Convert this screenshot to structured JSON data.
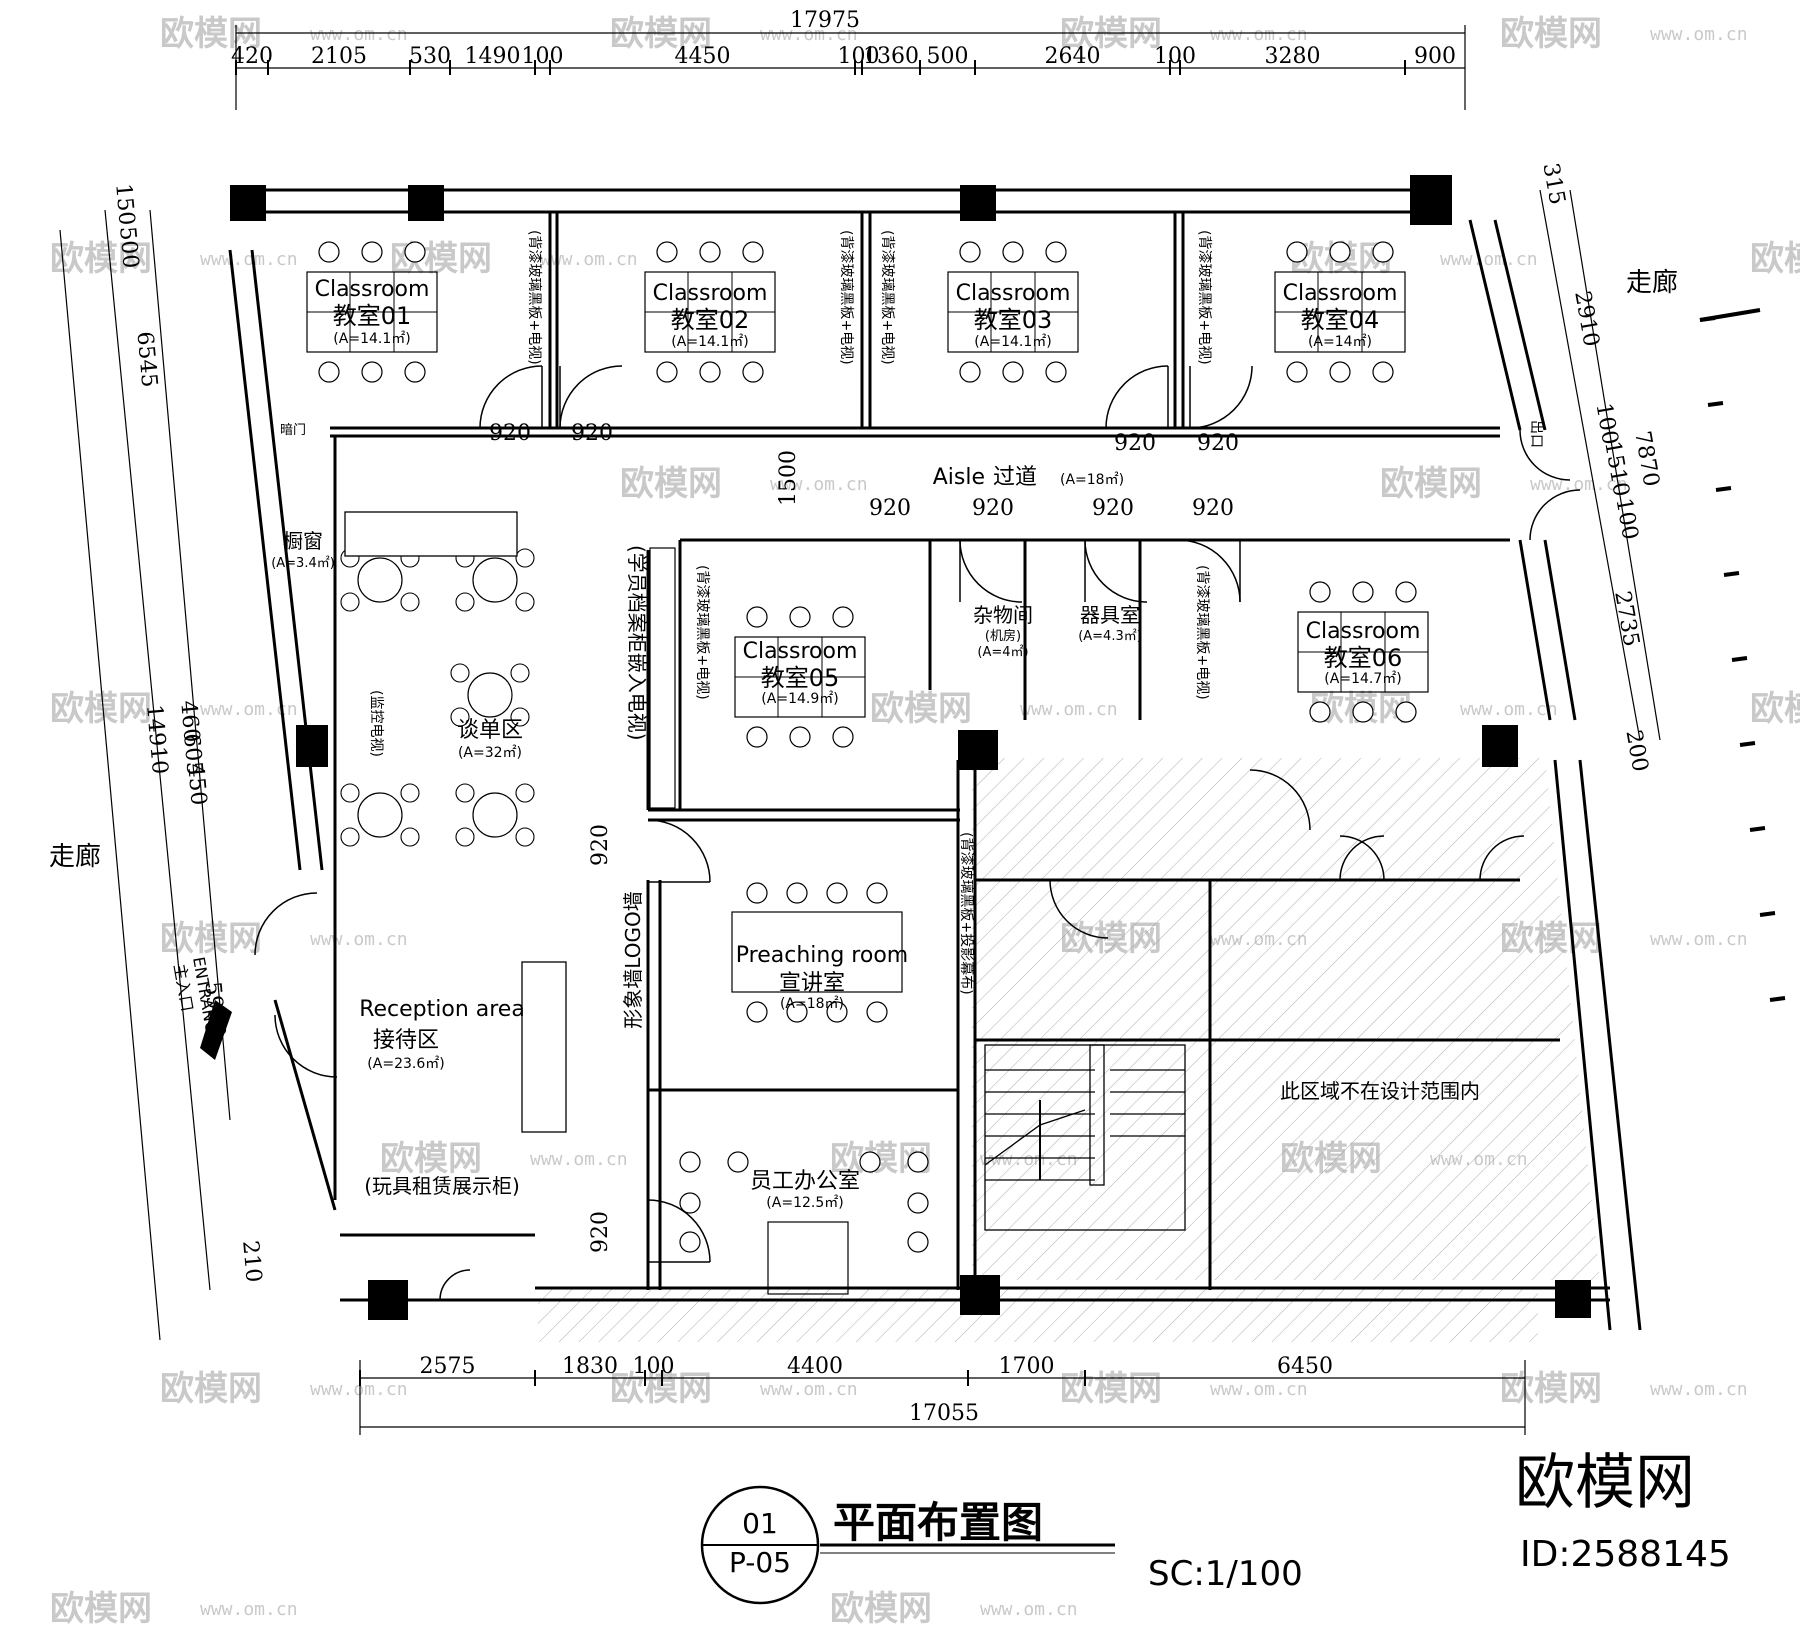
{
  "dimensions": {
    "top_total": "17975",
    "top_segments": [
      "420",
      "2105",
      "530",
      "1490",
      "100",
      "4450",
      "100",
      "1360",
      "500",
      "2640",
      "100",
      "3280",
      "900"
    ],
    "bottom_total": "17055",
    "bottom_segments": [
      "2575",
      "1830",
      "100",
      "4400",
      "1700",
      "6450"
    ],
    "left_total": "14910",
    "left_segments": [
      "150",
      "500",
      "6545",
      "460",
      "605",
      "450",
      "5990",
      "210"
    ],
    "right_total": "7870",
    "right_segments": [
      "315",
      "2910",
      "100",
      "1510",
      "100",
      "2735",
      "200"
    ],
    "doors": [
      "920",
      "920",
      "920",
      "920",
      "920",
      "920",
      "920",
      "920",
      "920",
      "920"
    ],
    "aisle_width": "1500"
  },
  "rooms": {
    "c01": {
      "en": "Classroom",
      "cn": "教室01",
      "area": "(A=14.1㎡)"
    },
    "c02": {
      "en": "Classroom",
      "cn": "教室02",
      "area": "(A=14.1㎡)"
    },
    "c03": {
      "en": "Classroom",
      "cn": "教室03",
      "area": "(A=14.1㎡)"
    },
    "c04": {
      "en": "Classroom",
      "cn": "教室04",
      "area": "(A=14㎡)"
    },
    "c05": {
      "en": "Classroom",
      "cn": "教室05",
      "area": "(A=14.9㎡)"
    },
    "c06": {
      "en": "Classroom",
      "cn": "教室06",
      "area": "(A=14.7㎡)"
    },
    "aisle": {
      "en": "Aisle",
      "cn": "过道",
      "area": "(A=18㎡)"
    },
    "storage": {
      "cn": "杂物间",
      "sub": "(机房)",
      "area": "(A=4㎡)"
    },
    "equipment": {
      "cn": "器具室",
      "area": "(A=4.3㎡)"
    },
    "window": {
      "cn": "橱窗",
      "area": "(A=3.4㎡)"
    },
    "talk": {
      "cn": "谈单区",
      "area": "(A=32㎡)"
    },
    "preaching": {
      "en": "Preaching room",
      "cn": "宣讲室",
      "area": "(A=18㎡)"
    },
    "reception": {
      "en": "Reception area",
      "cn": "接待区",
      "area": "(A=23.6㎡)"
    },
    "staff": {
      "cn": "员工办公室",
      "area": "(A=12.5㎡)"
    },
    "excluded": {
      "cn": "此区域不在设计范围内"
    }
  },
  "annotations": {
    "corridor": "走廊",
    "hidden_door": "暗门",
    "board_tv": "(背漆玻璃黑板+电视)",
    "board_projector": "(背漆玻璃黑板+投影幕布)",
    "archive_cabinet": "(学员档案柜嵌入电视)",
    "monitor_tv": "(监控电视)",
    "logo_wall": "形象墙LOGO墙",
    "toy_display": "(玩具租赁展示柜)",
    "exit": "出口",
    "entrance_en": "ENTRANCE",
    "entrance_cn": "主入口"
  },
  "title_block": {
    "number": "01",
    "sheet": "P-05",
    "title": "平面布置图",
    "scale": "SC:1/100"
  },
  "watermark": {
    "brand": "欧模网",
    "site": "www.om.cn",
    "id": "ID:2588145"
  }
}
